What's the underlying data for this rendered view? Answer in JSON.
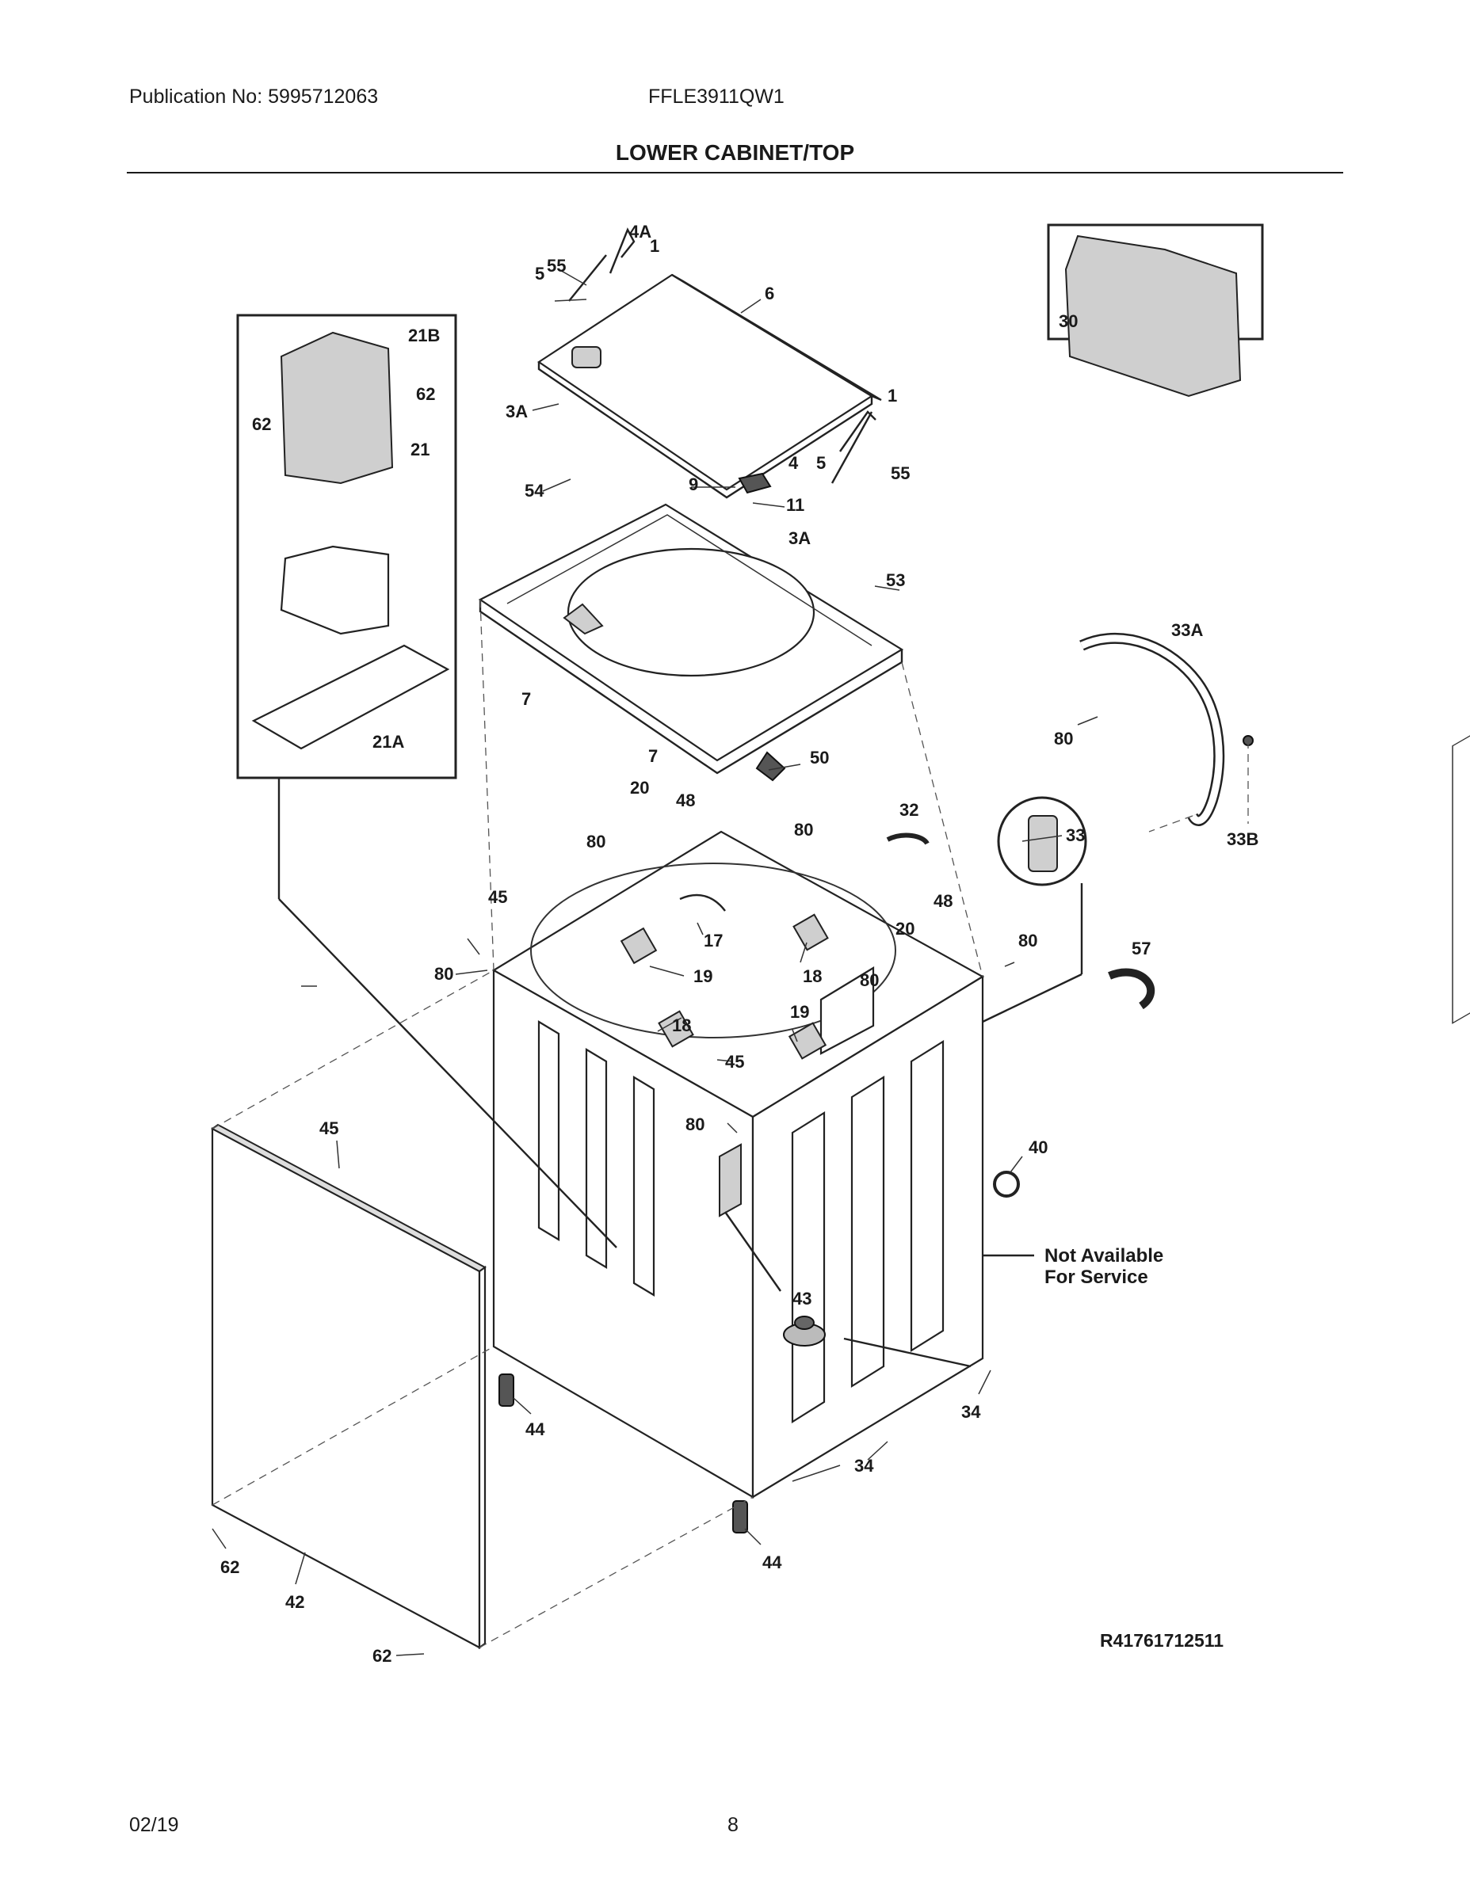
{
  "header": {
    "publication": "Publication No: 5995712063",
    "model": "FFLE3911QW1",
    "title": "LOWER CABINET/TOP"
  },
  "labels": {
    "l4A": "4A",
    "l1a": "1",
    "l55a": "55",
    "l5a": "5",
    "l6": "6",
    "l3Aa": "3A",
    "l1b": "1",
    "l4": "4",
    "l5b": "5",
    "l55b": "55",
    "l9": "9",
    "l11": "11",
    "l3Ab": "3A",
    "l54": "54",
    "l53": "53",
    "l7a": "7",
    "l7b": "7",
    "l50": "50",
    "l21B": "21B",
    "l62a": "62",
    "l62b": "62",
    "l21": "21",
    "l21A": "21A",
    "l30": "30",
    "l33A": "33A",
    "l80a": "80",
    "l33": "33",
    "l33B": "33B",
    "l20a": "20",
    "l48a": "48",
    "l80b": "80",
    "l80c": "80",
    "l32": "32",
    "l45a": "45",
    "l17": "17",
    "l48b": "48",
    "l20b": "20",
    "l80d": "80",
    "l57": "57",
    "l80e": "80",
    "l19a": "19",
    "l18a": "18",
    "l80f": "80",
    "l18b": "18",
    "l19b": "19",
    "l45b": "45",
    "l80g": "80",
    "l40": "40",
    "l45c": "45",
    "l43": "43",
    "l44a": "44",
    "l34a": "34",
    "l34b": "34",
    "l44b": "44",
    "l62c": "62",
    "l42": "42",
    "l62d": "62"
  },
  "notes": {
    "not_available_1": "Not Available",
    "not_available_2": "For Service"
  },
  "reference": "R41761712511",
  "footer": {
    "date": "02/19",
    "page": "8"
  }
}
